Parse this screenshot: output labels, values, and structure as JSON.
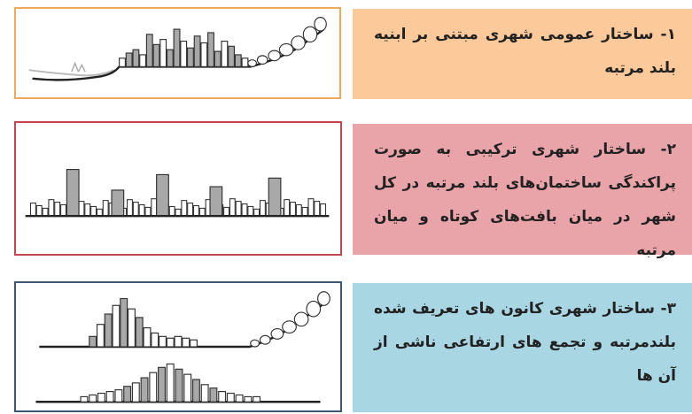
{
  "items": [
    {
      "number": "۱-",
      "text": "ساختار عمومی  شهری مبتنی بر ابنیه بلند مرتبه",
      "accent": "#f0a85c",
      "fill": "#fbc99a"
    },
    {
      "number": "۲-",
      "text": "ساختار شهری ترکیبی به صورت پراکندگی ساختمان‌های بلند مرتبه در کل شهر در میان بافت‌های کوتاه و میان مرتبه",
      "accent": "#c8434d",
      "fill": "#e8a4a8"
    },
    {
      "number": "۳-",
      "text": "ساختار شهری کانون های تعریف شده بلندمرتبه و تجمع های ارتفاعی ناشی از آن ها",
      "accent": "#3e5874",
      "fill": "#a9d6e3"
    }
  ]
}
